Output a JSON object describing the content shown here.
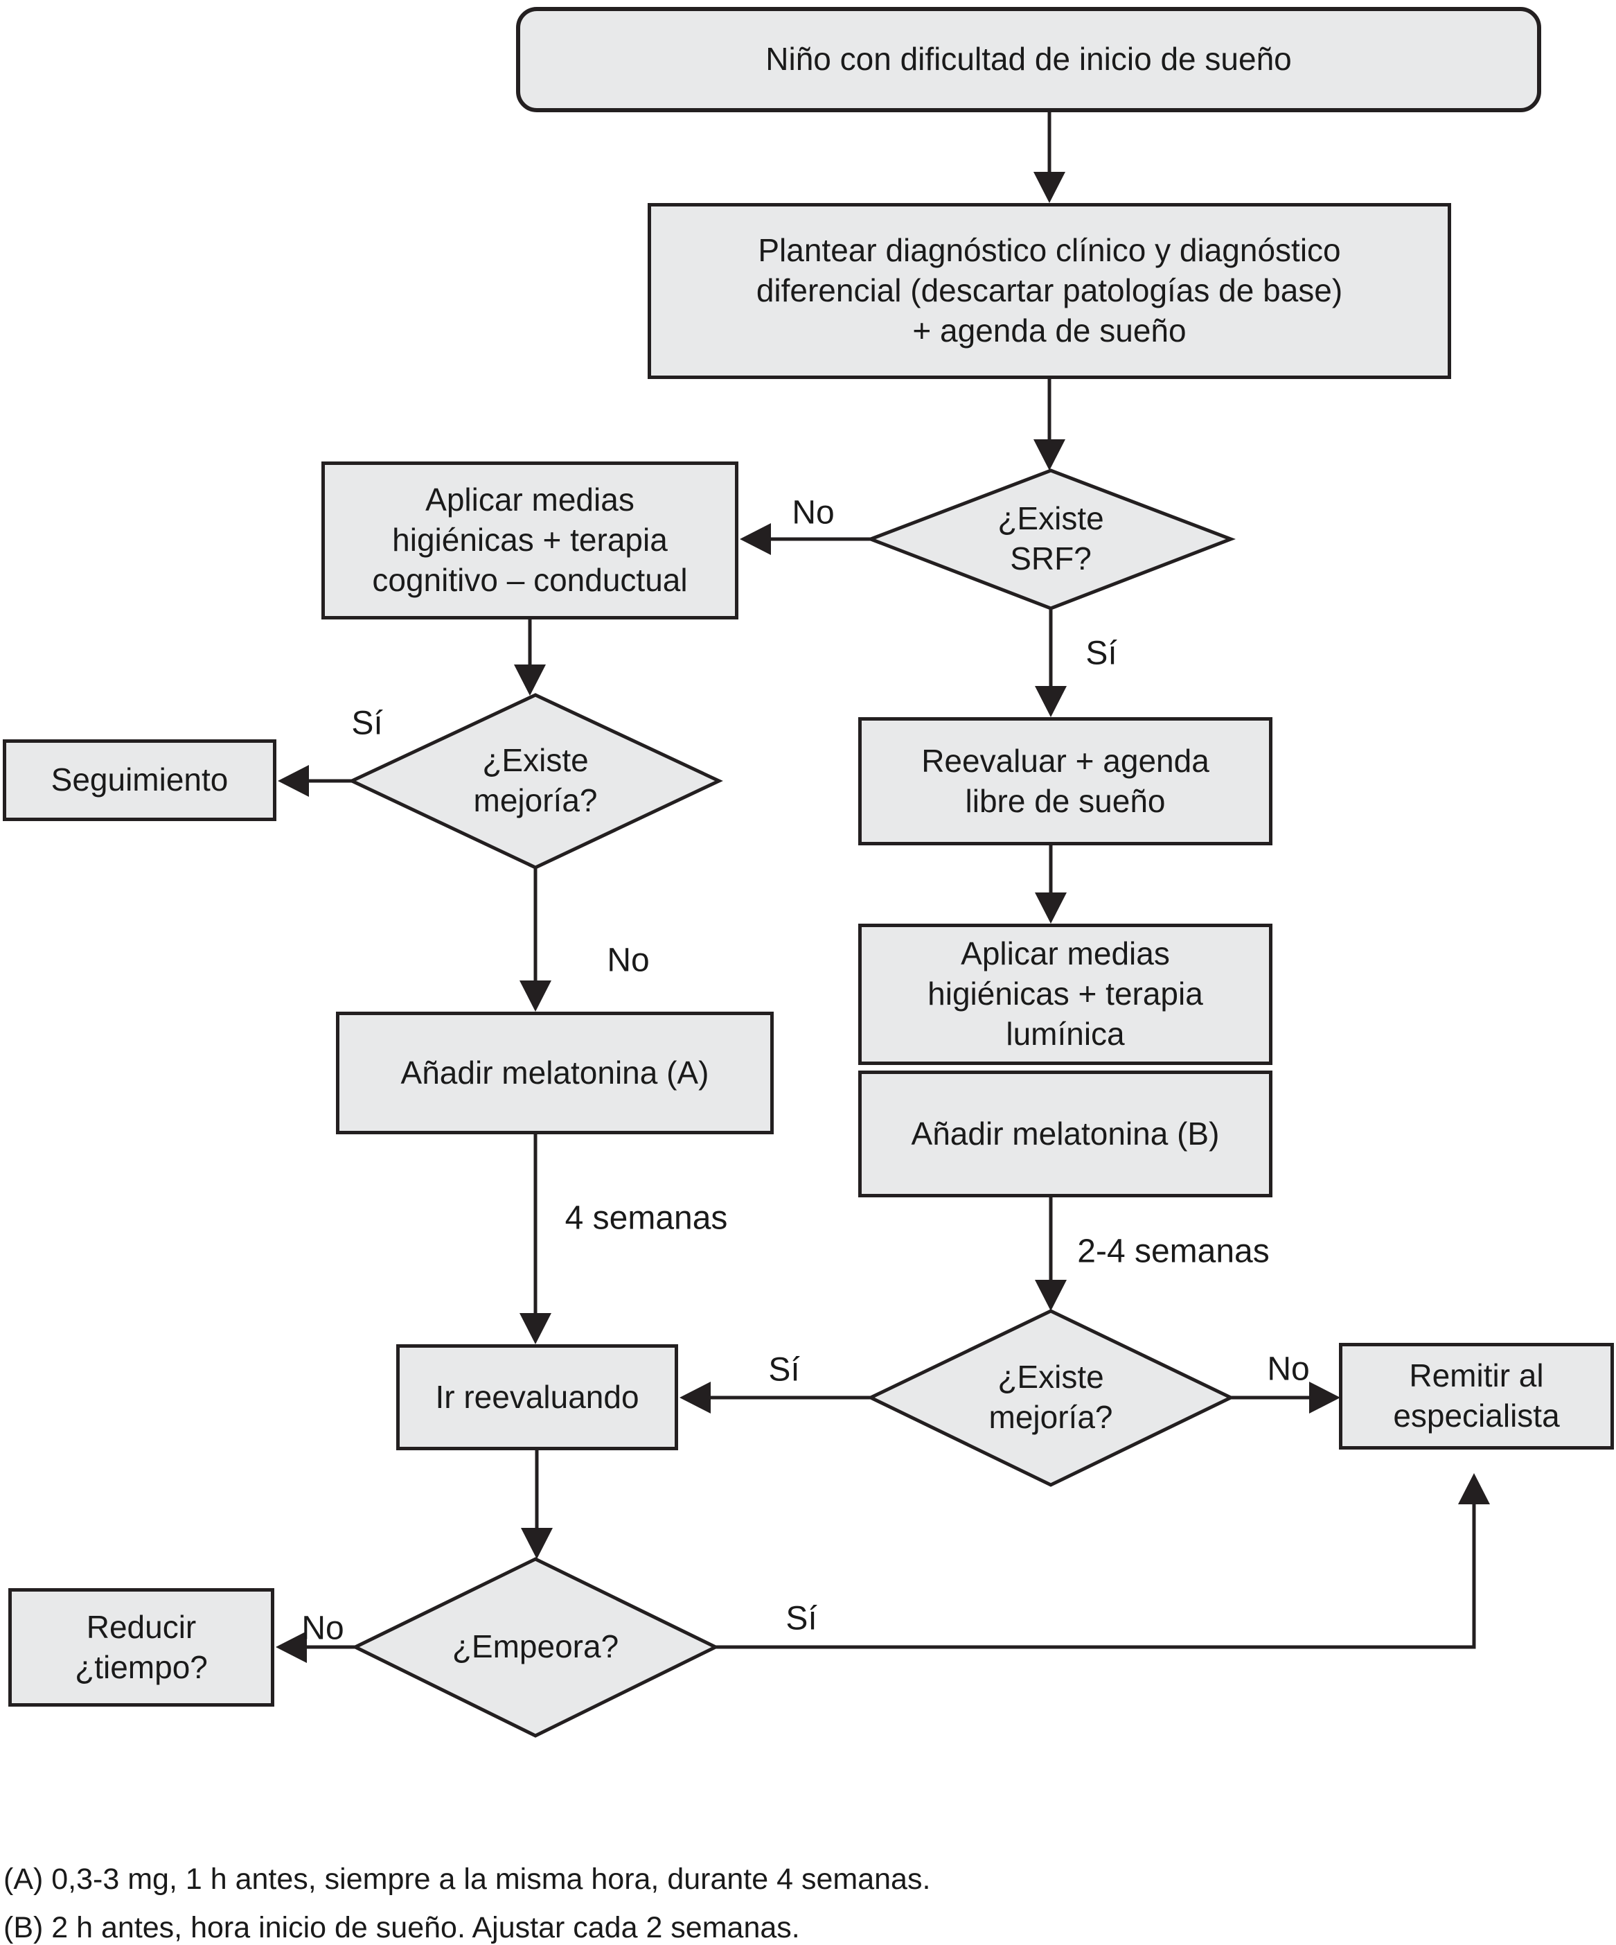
{
  "flowchart": {
    "colors": {
      "node_fill": "#e8e9ea",
      "node_border": "#231f20",
      "text": "#1a1a1a",
      "background": "#ffffff"
    },
    "nodes": {
      "start": {
        "label": "Niño con dificultad de inicio de sueño"
      },
      "diagnostico": {
        "label": "Plantear diagnóstico clínico y diagnóstico\ndiferencial (descartar patologías de base)\n+ agenda de sueño"
      },
      "existe_srf": {
        "label": "¿Existe\nSRF?"
      },
      "medidas_cognitivo": {
        "label": "Aplicar medias\nhigiénicas + terapia\ncognitivo – conductual"
      },
      "existe_mejoria_1": {
        "label": "¿Existe\nmejoría?"
      },
      "seguimiento": {
        "label": "Seguimiento"
      },
      "reevaluar": {
        "label": "Reevaluar + agenda\nlibre de sueño"
      },
      "medidas_luminica": {
        "label": "Aplicar medias\nhigiénicas + terapia\nlumínica"
      },
      "melatonina_b": {
        "label": "Añadir melatonina (B)"
      },
      "melatonina_a": {
        "label": "Añadir melatonina (A)"
      },
      "existe_mejoria_2": {
        "label": "¿Existe\nmejoría?"
      },
      "remitir": {
        "label": "Remitir al\nespecialista"
      },
      "ir_reevaluando": {
        "label": "Ir reevaluando"
      },
      "empeora": {
        "label": "¿Empeora?"
      },
      "reducir": {
        "label": "Reducir\n¿tiempo?"
      }
    },
    "edge_labels": {
      "no_srf": "No",
      "si_srf": "Sí",
      "si_mejoria_1": "Sí",
      "no_mejoria_1": "No",
      "semanas_4": "4 semanas",
      "semanas_2_4": "2-4 semanas",
      "si_mejoria_2": "Sí",
      "no_mejoria_2": "No",
      "no_empeora": "No",
      "si_empeora": "Sí"
    },
    "footnotes": [
      "(A) 0,3-3 mg, 1 h antes, siempre a la misma hora, durante 4 semanas.",
      "(B) 2 h antes, hora inicio de sueño. Ajustar cada 2 semanas."
    ]
  }
}
